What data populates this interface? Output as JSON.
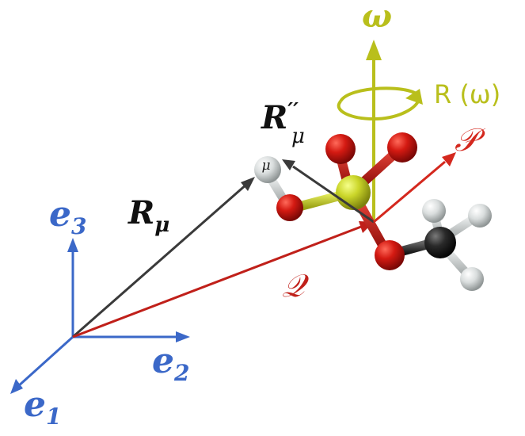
{
  "basis": {
    "e1": {
      "base": "e",
      "sub": "1",
      "color": "#3b68c8"
    },
    "e2": {
      "base": "e",
      "sub": "2",
      "color": "#3b68c8"
    },
    "e3": {
      "base": "e",
      "sub": "3",
      "color": "#3b68c8"
    }
  },
  "vectors": {
    "R_mu": {
      "base": "R",
      "sub": "μ",
      "color": "#3a3a3a"
    },
    "Q": {
      "label": "𝒬",
      "color": "#c0201a"
    },
    "P": {
      "label": "𝒫",
      "color": "#d4281e"
    },
    "R_mu_pp": {
      "base": "R",
      "sup": "′′",
      "sub": "μ",
      "color": "#3a3a3a"
    }
  },
  "rotation": {
    "axis_label": "ω",
    "rot_label": "R (ω)",
    "color": "#b9bf1c"
  },
  "molecule": {
    "atom_label": "μ",
    "colors": {
      "oxygen": "#c81410",
      "phosphorus": "#c7d422",
      "carbon": "#2a2a2a",
      "hydrogen": "#d8dcdc",
      "bond_oxygen": "#b01410",
      "bond_phosphorus": "#c7d422",
      "bond_carbon": "#303030",
      "bond_hydrogen": "#cfd3d3"
    }
  }
}
